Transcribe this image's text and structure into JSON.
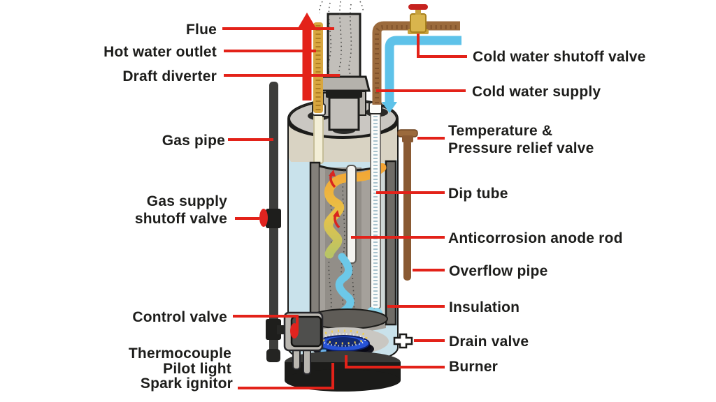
{
  "diagram_type": "gas-water-heater-cutaway",
  "colors": {
    "background": "#ffffff",
    "label_text": "#1d1d1b",
    "leader_line_red": "#e32219",
    "exhaust_arrow_red": "#e32219",
    "cold_water_blue": "#5ec2e9",
    "hot_pipe_gold": "#d8a63f",
    "supply_pipe_brown": "#9b6a3c",
    "overflow_pipe_brown": "#8a5a33",
    "tank_shell_blue": "#c9e2eb",
    "tank_band_tan": "#d9d3c3",
    "flame_orange": "#f4a433",
    "burner_blue": "#2753d6",
    "base_black": "#1b1b19",
    "gas_pipe_gray": "#3d3d3b"
  },
  "labels": {
    "flue": "Flue",
    "hot_water_outlet": "Hot water outlet",
    "draft_diverter": "Draft diverter",
    "gas_pipe": "Gas pipe",
    "gas_supply_shutoff_line1": "Gas supply",
    "gas_supply_shutoff_line2": "shutoff valve",
    "control_valve": "Control valve",
    "thermocouple": "Thermocouple",
    "pilot_light": "Pilot light",
    "spark_ignitor": "Spark ignitor",
    "cold_water_shutoff_valve": "Cold water shutoff valve",
    "cold_water_supply": "Cold water supply",
    "temp_pressure_line1": "Temperature &",
    "temp_pressure_line2": "Pressure relief valve",
    "dip_tube": "Dip tube",
    "anticorrosion_anode_rod": "Anticorrosion anode rod",
    "overflow_pipe": "Overflow pipe",
    "insulation": "Insulation",
    "drain_valve": "Drain valve",
    "burner": "Burner"
  }
}
